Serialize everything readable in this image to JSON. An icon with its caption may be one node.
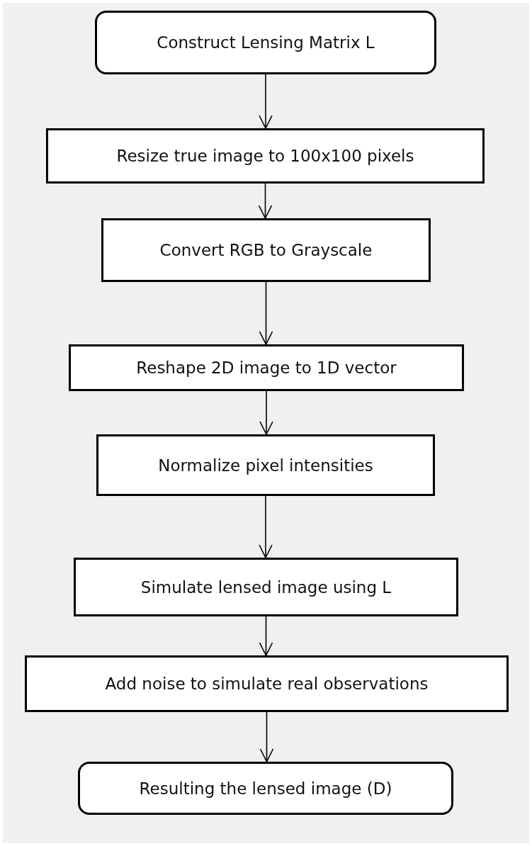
{
  "diagram": {
    "nodes": [
      {
        "text": [
          "Construct Lensing Matrix L"
        ]
      },
      {
        "text": [
          "Resize true image to 100x100 pixels"
        ]
      },
      {
        "text": [
          "Convert RGB to Grayscale"
        ]
      },
      {
        "text": [
          "Reshape 2D image to 1D vector"
        ]
      },
      {
        "text": [
          "Normalize pixel intensities"
        ]
      },
      {
        "text": [
          "Simulate lensed image using L"
        ]
      },
      {
        "text": [
          "Add noise to simulate real observations"
        ]
      },
      {
        "text": [
          "Resulting the lensed image (D)"
        ]
      }
    ],
    "edges": [
      {
        "from": 0,
        "to": 1,
        "arrow": "to"
      },
      {
        "from": 1,
        "to": 2,
        "arrow": "to"
      },
      {
        "from": 2,
        "to": 3,
        "arrow": "to"
      },
      {
        "from": 3,
        "to": 4,
        "arrow": "to"
      },
      {
        "from": 4,
        "to": 5,
        "arrow": "to"
      },
      {
        "from": 5,
        "to": 6,
        "arrow": "to"
      },
      {
        "from": 6,
        "to": 7,
        "arrow": "to"
      }
    ]
  }
}
